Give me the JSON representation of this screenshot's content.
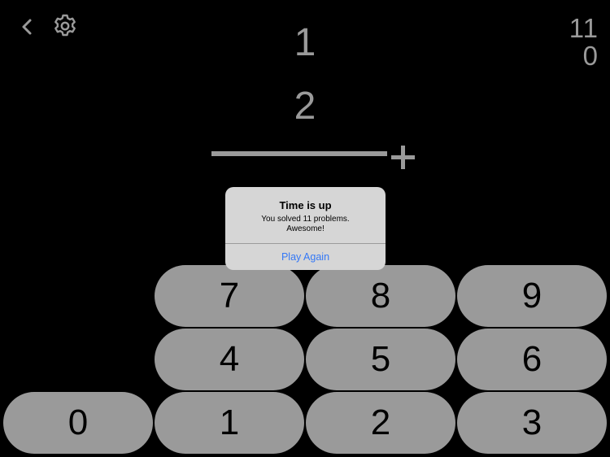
{
  "nav": {
    "back_icon": "chevron-left-icon",
    "settings_icon": "gear-icon"
  },
  "score": {
    "solved": "11",
    "wrong": "0"
  },
  "problem": {
    "operand_top": "1",
    "operand_bottom": "2",
    "operator": "+",
    "answer": ""
  },
  "alert": {
    "title": "Time is up",
    "message_line1": "You solved 11 problems.",
    "message_line2": "Awesome!",
    "action_label": "Play Again"
  },
  "keypad": {
    "keys": [
      "7",
      "8",
      "9",
      "4",
      "5",
      "6",
      "0",
      "1",
      "2",
      "3"
    ]
  },
  "colors": {
    "background": "#000000",
    "foreground_gray": "#9a9a9a",
    "key_fill": "#9a9a9a",
    "alert_bg": "#d6d6d6",
    "alert_action": "#3478f6"
  }
}
